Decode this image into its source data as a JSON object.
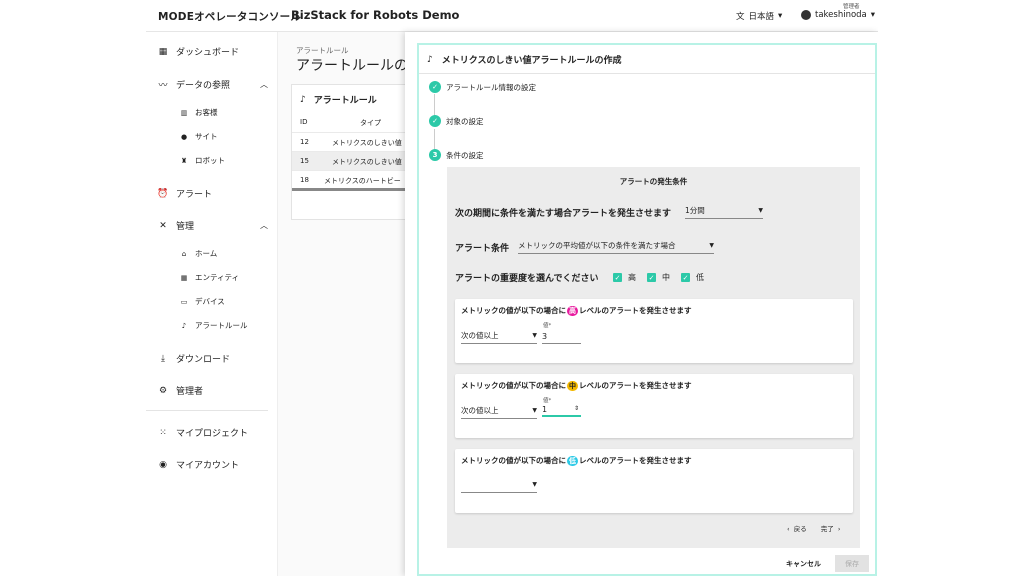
{
  "header": {
    "brand": "MODEオペレータコンソール",
    "app_title": "BizStack for Robots Demo",
    "language": "日本語",
    "user_role": "管理者",
    "user_name": "takeshinoda"
  },
  "sidebar": {
    "dashboard": "ダッシュボード",
    "data_ref": "データの参照",
    "data_ref_items": [
      "お客様",
      "サイト",
      "ロボット"
    ],
    "alert": "アラート",
    "admin": "管理",
    "admin_items": [
      "ホーム",
      "エンティティ",
      "デバイス",
      "アラートルール"
    ],
    "download": "ダウンロード",
    "administrator": "管理者",
    "my_project": "マイプロジェクト",
    "my_account": "マイアカウント"
  },
  "background": {
    "breadcrumb": "アラートルール",
    "title": "アラートルールの",
    "card_title": "アラートルール",
    "col_id": "ID",
    "col_type": "タイプ",
    "rows": [
      {
        "id": "12",
        "type": "メトリクスのしきい値"
      },
      {
        "id": "15",
        "type": "メトリクスのしきい値"
      },
      {
        "id": "18",
        "type": "メトリクスのハートビー"
      }
    ]
  },
  "dialog": {
    "title": "メトリクスのしきい値アラートルールの作成",
    "steps": [
      {
        "label": "アラートルール情報の設定",
        "state": "done"
      },
      {
        "label": "対象の設定",
        "state": "done"
      },
      {
        "label": "条件の設定",
        "state": "active",
        "number": "3"
      }
    ],
    "panel_title": "アラートの発生条件",
    "period_label": "次の期間に条件を満たす場合アラートを発生させます",
    "period_value": "1分間",
    "condition_label": "アラート条件",
    "condition_value": "メトリックの平均値が以下の条件を満たす場合",
    "severity_label": "アラートの重要度を選んでください",
    "severities": [
      "高",
      "中",
      "低"
    ],
    "cards": [
      {
        "prefix": "メトリックの値が以下の場合に",
        "level": "高",
        "suffix": "レベルのアラートを発生させます",
        "op": "次の値以上",
        "value_label": "値*",
        "value": "3"
      },
      {
        "prefix": "メトリックの値が以下の場合に",
        "level": "中",
        "suffix": "レベルのアラートを発生させます",
        "op": "次の値以上",
        "value_label": "値*",
        "value": "1"
      },
      {
        "prefix": "メトリックの値が以下の場合に",
        "level": "低",
        "suffix": "レベルのアラートを発生させます",
        "op": "",
        "value_label": "",
        "value": ""
      }
    ],
    "back": "戻る",
    "finish": "完了",
    "cancel": "キャンセル",
    "save": "保存"
  },
  "colors": {
    "accent": "#2cc9a8",
    "high": "#e8199e",
    "mid": "#f3b800",
    "low": "#2cc9e6"
  }
}
